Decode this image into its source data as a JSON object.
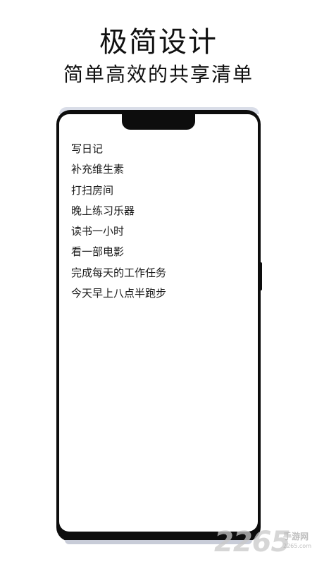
{
  "promo": {
    "headline": "极简设计",
    "subline": "简单高效的共享清单"
  },
  "todo": {
    "items": [
      "写日记",
      "补充维生素",
      "打扫房间",
      "晚上练习乐器",
      "读书一小时",
      "看一部电影",
      "完成每天的工作任务",
      "今天早上八点半跑步"
    ]
  },
  "watermark": {
    "number": "2265",
    "site": "手游网",
    "domain": "2265.com"
  }
}
